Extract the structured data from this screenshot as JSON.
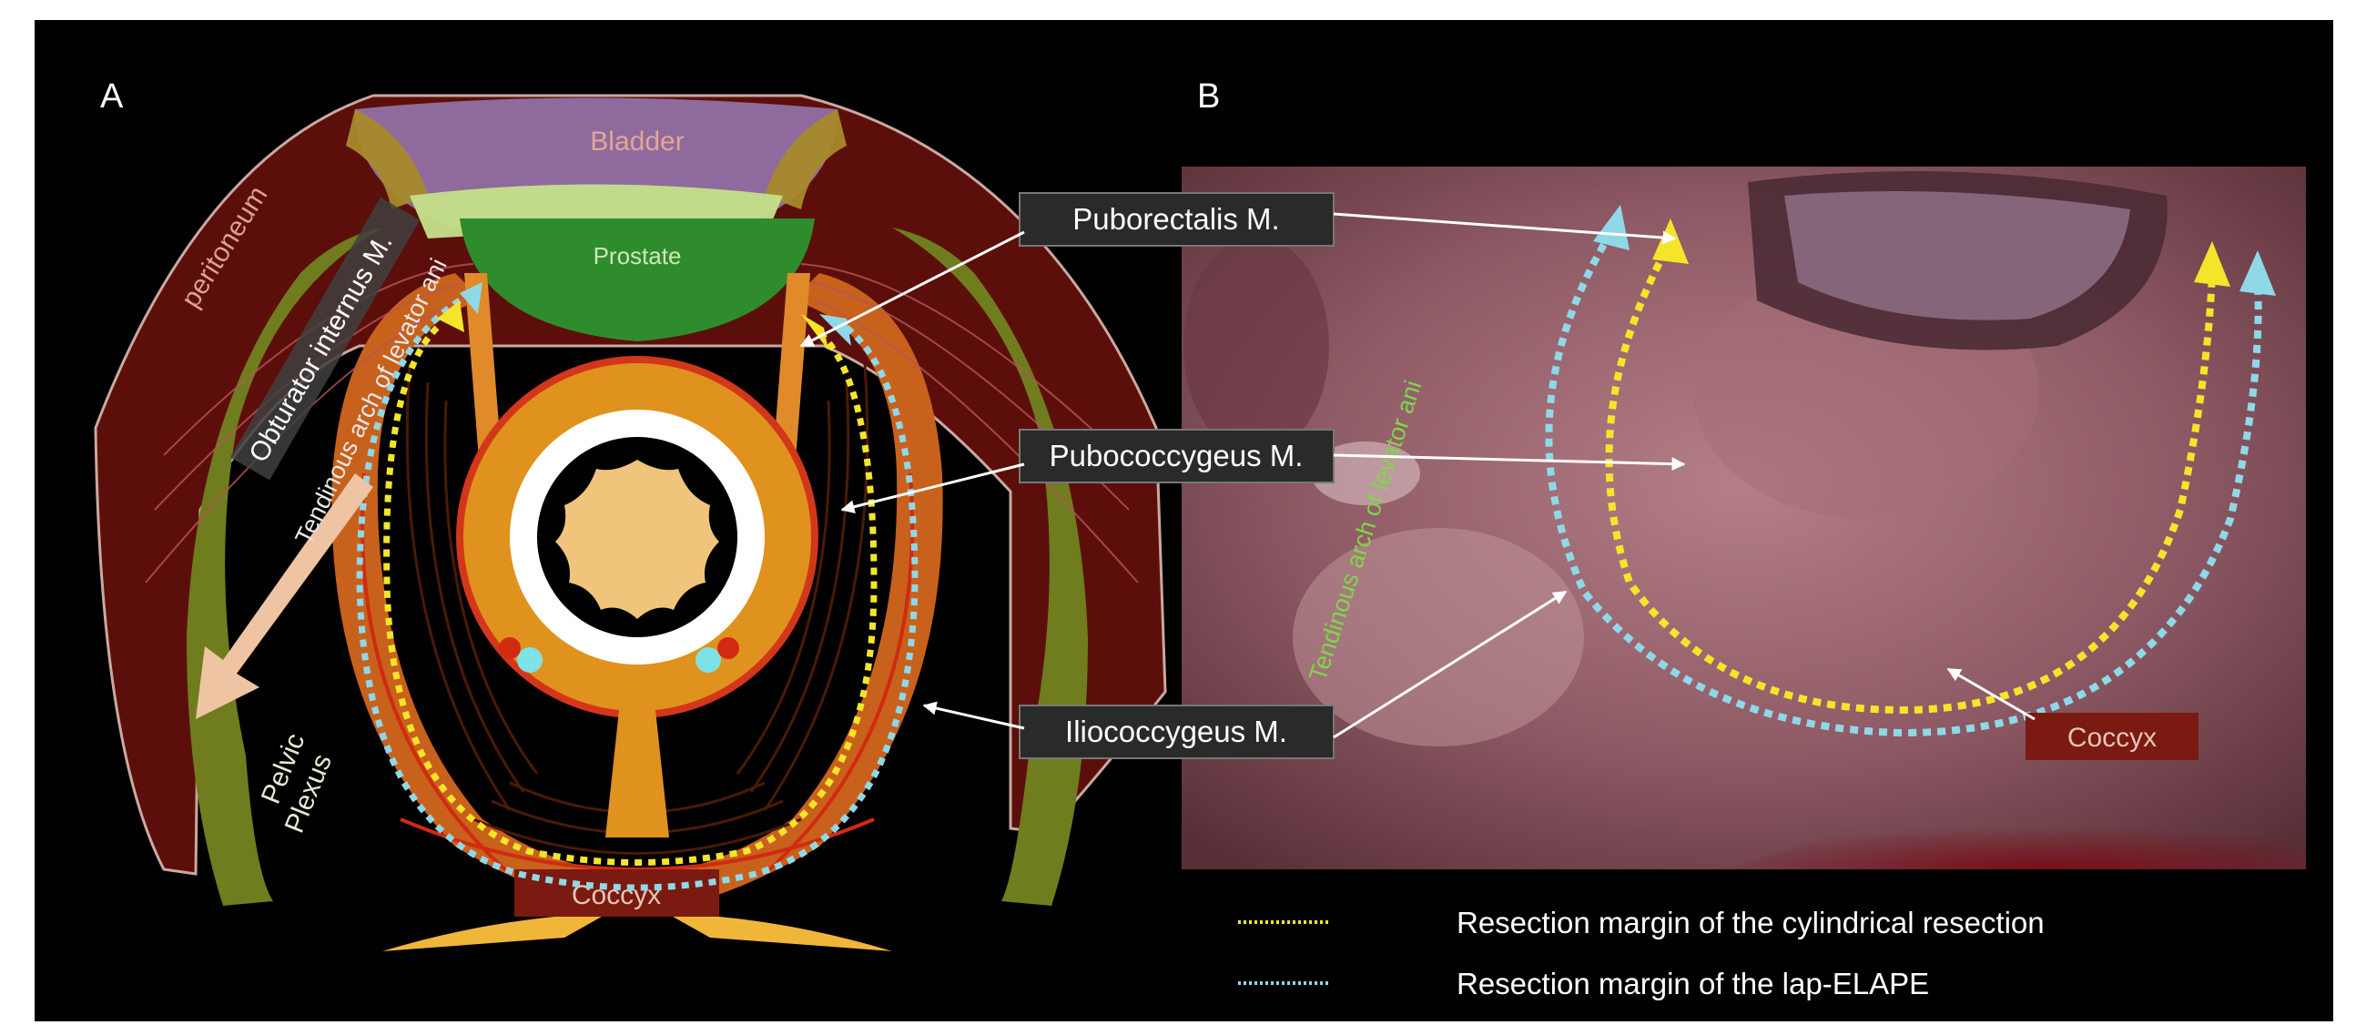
{
  "panel_a": {
    "letter": "A",
    "labels": {
      "bladder": "Bladder",
      "prostate": "Prostate",
      "peritoneum": "peritoneum",
      "obturator": "Obturator internus M.",
      "tendinous": "Tendinous arch of levator ani",
      "pelvic_plexus_line1": "Pelvic",
      "pelvic_plexus_line2": "Plexus",
      "coccyx": "Coccyx"
    }
  },
  "panel_b": {
    "letter": "B",
    "labels": {
      "tendinous": "Tendinous arch of levator ani",
      "coccyx": "Coccyx"
    }
  },
  "callouts": {
    "puborectalis": "Puborectalis M.",
    "pubococcygeus": "Pubococcygeus M.",
    "iliococcygeus": "Iliococcygeus M."
  },
  "legend": {
    "cylindrical": "Resection margin of the cylindrical  resection",
    "elape": "Resection margin of the lap-ELAPE"
  },
  "colors": {
    "cylindrical_line": "#f5e52a",
    "elape_line": "#8fd8e8",
    "background": "#000000"
  }
}
